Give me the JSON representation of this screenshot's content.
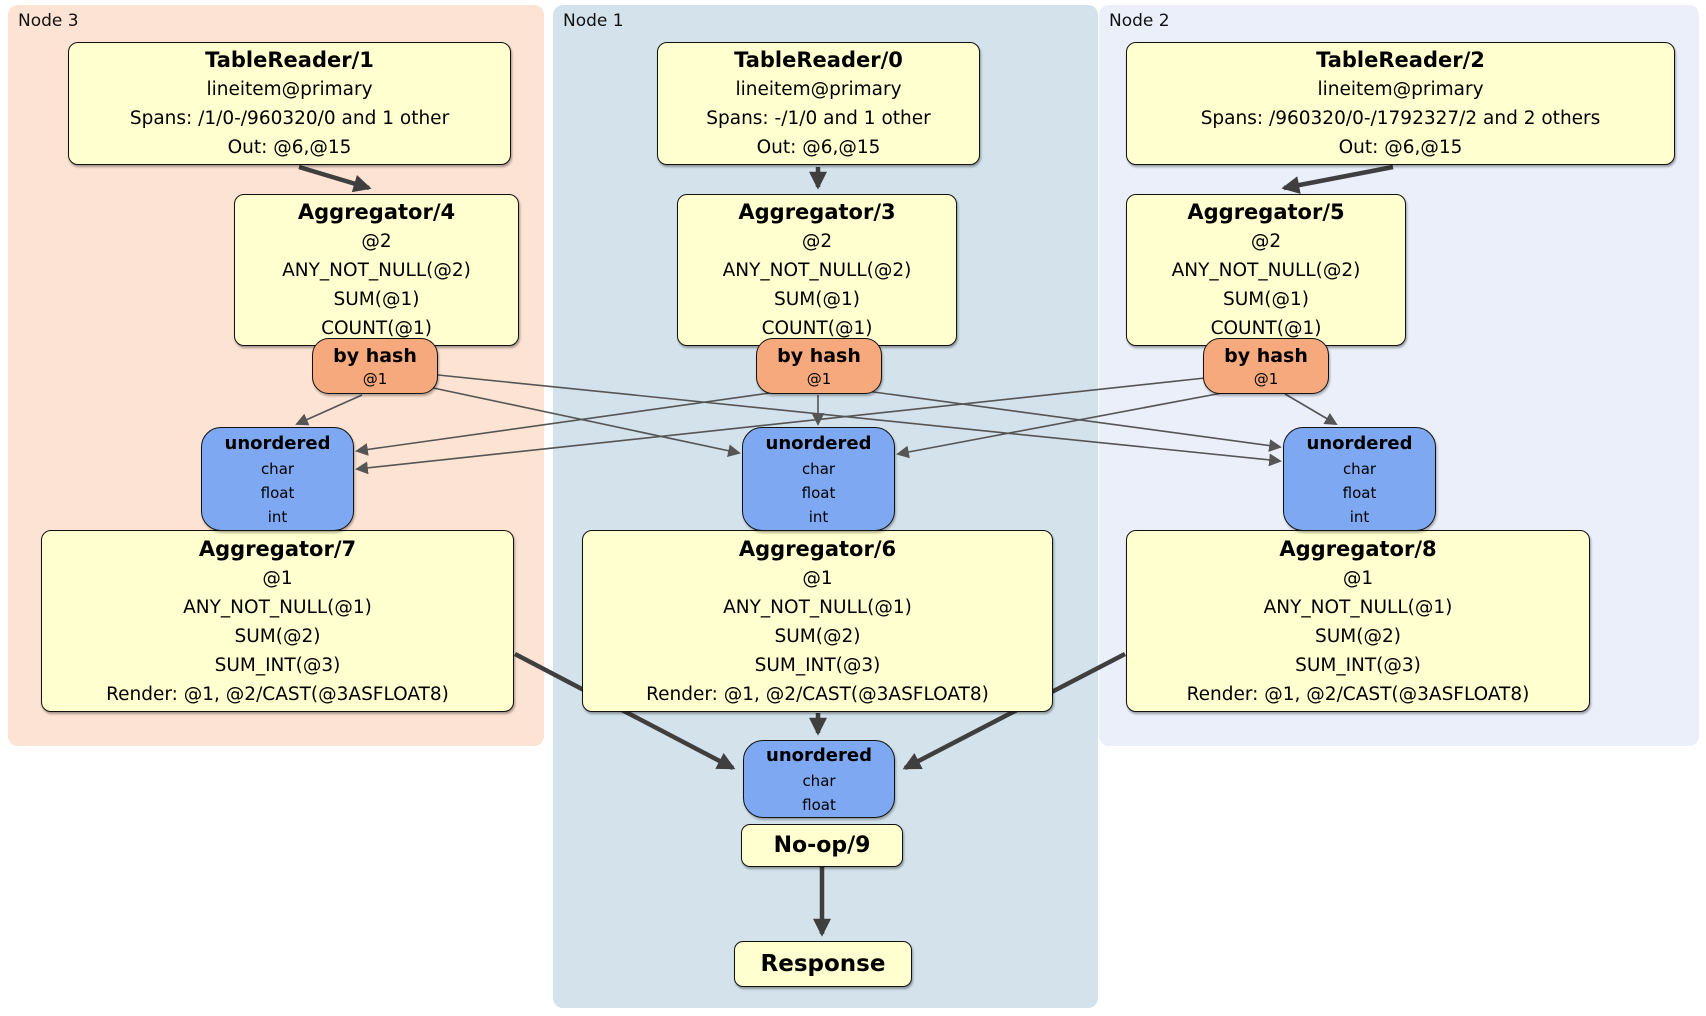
{
  "regions": {
    "node3": {
      "label": "Node 3",
      "color": "#fce3d3"
    },
    "node1": {
      "label": "Node 1",
      "color": "#d3e2eb"
    },
    "node2": {
      "label": "Node 2",
      "color": "#eaeffa"
    }
  },
  "processors": {
    "tr1": {
      "title": "TableReader/1",
      "rows": [
        "lineitem@primary",
        "Spans: /1/0-/960320/0 and 1 other",
        "Out: @6,@15"
      ]
    },
    "tr0": {
      "title": "TableReader/0",
      "rows": [
        "lineitem@primary",
        "Spans: -/1/0 and 1 other",
        "Out: @6,@15"
      ]
    },
    "tr2": {
      "title": "TableReader/2",
      "rows": [
        "lineitem@primary",
        "Spans: /960320/0-/1792327/2 and 2 others",
        "Out: @6,@15"
      ]
    },
    "agg4": {
      "title": "Aggregator/4",
      "rows": [
        "@2",
        "ANY_NOT_NULL(@2)",
        "SUM(@1)",
        "COUNT(@1)"
      ]
    },
    "agg3": {
      "title": "Aggregator/3",
      "rows": [
        "@2",
        "ANY_NOT_NULL(@2)",
        "SUM(@1)",
        "COUNT(@1)"
      ]
    },
    "agg5": {
      "title": "Aggregator/5",
      "rows": [
        "@2",
        "ANY_NOT_NULL(@2)",
        "SUM(@1)",
        "COUNT(@1)"
      ]
    },
    "agg7": {
      "title": "Aggregator/7",
      "rows": [
        "@1",
        "ANY_NOT_NULL(@1)",
        "SUM(@2)",
        "SUM_INT(@3)",
        "Render: @1, @2/CAST(@3ASFLOAT8)"
      ]
    },
    "agg6": {
      "title": "Aggregator/6",
      "rows": [
        "@1",
        "ANY_NOT_NULL(@1)",
        "SUM(@2)",
        "SUM_INT(@3)",
        "Render: @1, @2/CAST(@3ASFLOAT8)"
      ]
    },
    "agg8": {
      "title": "Aggregator/8",
      "rows": [
        "@1",
        "ANY_NOT_NULL(@1)",
        "SUM(@2)",
        "SUM_INT(@3)",
        "Render: @1, @2/CAST(@3ASFLOAT8)"
      ]
    },
    "noop": {
      "title": "No-op/9"
    },
    "response": {
      "title": "Response"
    }
  },
  "routers": {
    "hash3": {
      "title": "by hash",
      "key": "@1"
    },
    "hash1": {
      "title": "by hash",
      "key": "@1"
    },
    "hash2": {
      "title": "by hash",
      "key": "@1"
    }
  },
  "syncs": {
    "sync3": {
      "title": "unordered",
      "columns": [
        "char",
        "float",
        "int"
      ]
    },
    "sync1": {
      "title": "unordered",
      "columns": [
        "char",
        "float",
        "int"
      ]
    },
    "sync2": {
      "title": "unordered",
      "columns": [
        "char",
        "float",
        "int"
      ]
    },
    "sync_final": {
      "title": "unordered",
      "columns": [
        "char",
        "float"
      ]
    }
  },
  "edges": [
    {
      "from": "TableReader/1",
      "to": "Aggregator/4"
    },
    {
      "from": "TableReader/0",
      "to": "Aggregator/3"
    },
    {
      "from": "TableReader/2",
      "to": "Aggregator/5"
    },
    {
      "from": "by hash (Node 3)",
      "to": "unordered (Node 3)"
    },
    {
      "from": "by hash (Node 3)",
      "to": "unordered (Node 1)"
    },
    {
      "from": "by hash (Node 3)",
      "to": "unordered (Node 2)"
    },
    {
      "from": "by hash (Node 1)",
      "to": "unordered (Node 3)"
    },
    {
      "from": "by hash (Node 1)",
      "to": "unordered (Node 1)"
    },
    {
      "from": "by hash (Node 1)",
      "to": "unordered (Node 2)"
    },
    {
      "from": "by hash (Node 2)",
      "to": "unordered (Node 3)"
    },
    {
      "from": "by hash (Node 2)",
      "to": "unordered (Node 1)"
    },
    {
      "from": "by hash (Node 2)",
      "to": "unordered (Node 2)"
    },
    {
      "from": "Aggregator/7",
      "to": "unordered (final)"
    },
    {
      "from": "Aggregator/6",
      "to": "unordered (final)"
    },
    {
      "from": "Aggregator/8",
      "to": "unordered (final)"
    },
    {
      "from": "No-op/9",
      "to": "Response"
    }
  ],
  "colors": {
    "background": "#ffffff",
    "region_node3": "#fce3d3",
    "region_node1": "#d3e2eb",
    "region_node2": "#eaeffa",
    "processor_fill": "#ffffcf",
    "router_fill": "#f6a97c",
    "sync_fill": "#7ea9f2",
    "node_border": "#111111",
    "edge_thick": "#3f3f3f",
    "edge_thin": "#555555"
  }
}
